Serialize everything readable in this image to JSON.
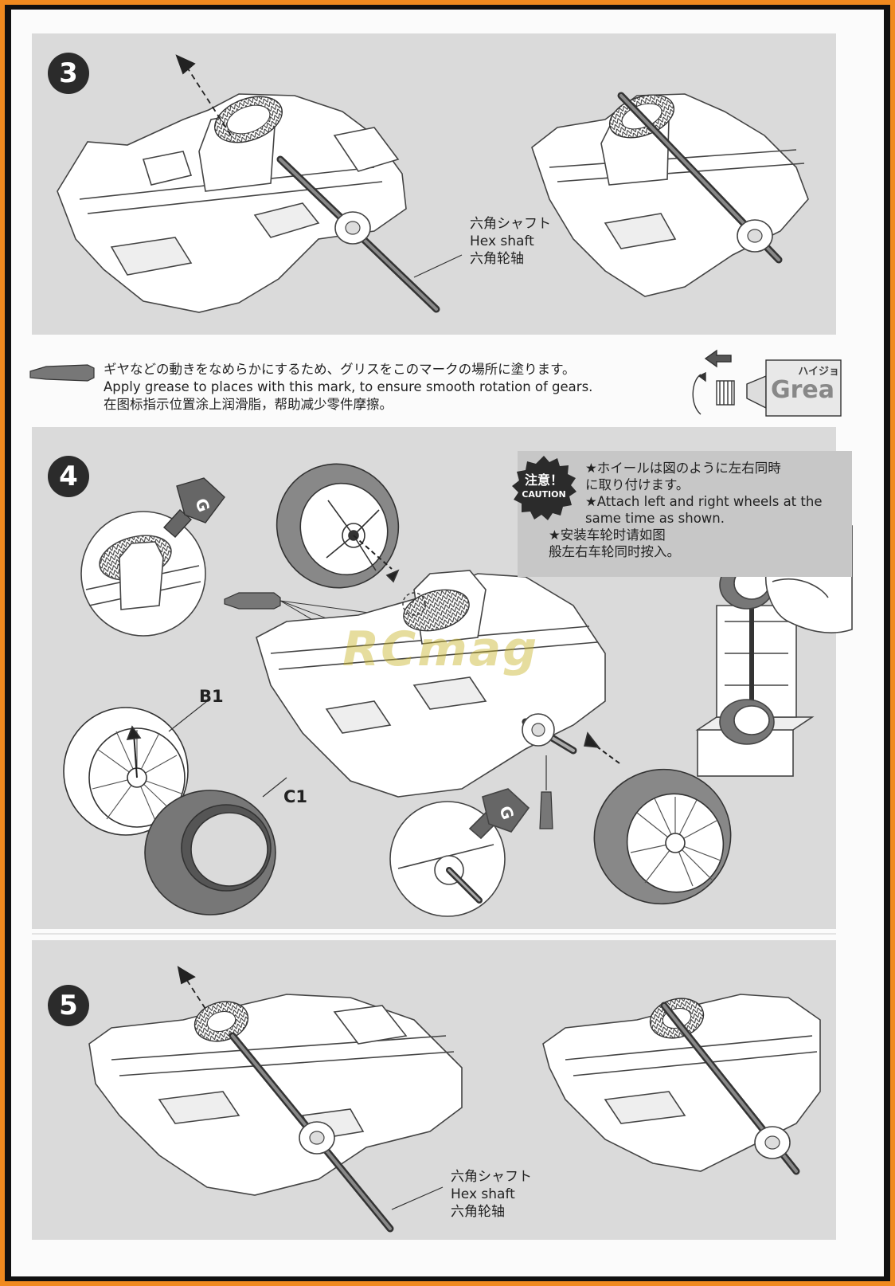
{
  "steps": {
    "step3": {
      "number": "3",
      "shaft_label": [
        "六角シャフト",
        "Hex shaft",
        "六角轮轴"
      ]
    },
    "grease_note": {
      "lines": [
        "ギヤなどの動きをなめらかにするため、グリスをこのマークの場所に塗ります。",
        "Apply grease to places with this mark, to ensure smooth rotation of gears.",
        "在图标指示位置涂上润滑脂，帮助减少零件摩擦。"
      ],
      "tube_text": [
        "ハイジョ",
        "Grea"
      ]
    },
    "step4": {
      "number": "4",
      "caution_badge": [
        "注意！",
        "CAUTION"
      ],
      "caution_lines": [
        "★ホイールは図のように左右同時",
        "に取り付けます。",
        "★Attach left and right wheels at the",
        "same time as shown.",
        "★安装车轮时请如图",
        "般左右车轮同时按入。"
      ],
      "part_b1": "B1",
      "part_c1": "C1",
      "grease_letter": "G",
      "watermark": "RCmag"
    },
    "step5": {
      "number": "5",
      "shaft_label": [
        "六角シャフト",
        "Hex shaft",
        "六角轮轴"
      ]
    }
  },
  "colors": {
    "frame": "#f08a1f",
    "panel": "#dadada",
    "badge": "#2b2b2b"
  }
}
